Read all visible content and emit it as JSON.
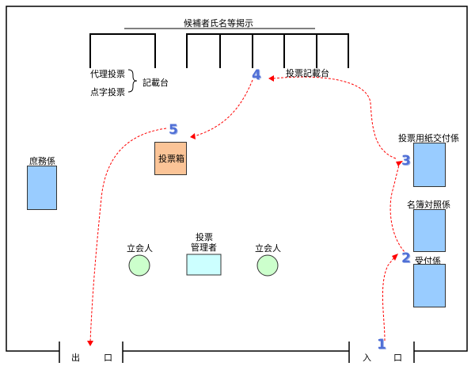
{
  "board": {
    "title": "候補者氏名等掲示"
  },
  "booths": {
    "proxy": "代理投票",
    "braille": "点字投票",
    "desk_shared": "記載台",
    "voting_desk": "投票記載台"
  },
  "stations": {
    "general_affairs": "庶務係",
    "ballot_paper": "投票用紙交付係",
    "register_check": "名簿対照係",
    "reception": "受付係"
  },
  "ballot_box": {
    "label": "投票箱",
    "color": "#fbc497"
  },
  "observers": {
    "left": "立会人",
    "right": "立会人"
  },
  "manager": {
    "line1": "投票",
    "line2": "管理者"
  },
  "doors": {
    "exit_1": "出",
    "exit_2": "口",
    "entrance_1": "入",
    "entrance_2": "口"
  },
  "steps": [
    "1",
    "2",
    "3",
    "4",
    "5"
  ],
  "colors": {
    "station": "#99ccff",
    "observer": "#ccffcc",
    "manager": "#ccffff",
    "route": "#ff0000",
    "step": "#4f6fd6"
  }
}
